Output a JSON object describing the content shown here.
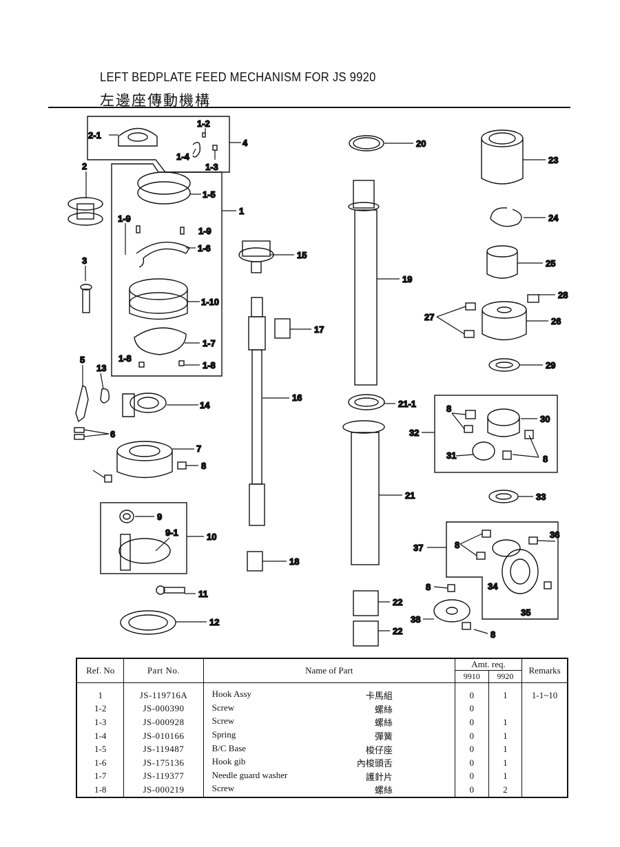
{
  "title": {
    "english": "LEFT BEDPLATE FEED MECHANISM FOR  JS  9920",
    "chinese": "左邊座傳動機構"
  },
  "callouts": [
    "2-1",
    "1-2",
    "1-4",
    "1-3",
    "4",
    "2",
    "1-5",
    "1",
    "1-9",
    "1-9",
    "1-6",
    "3",
    "1-10",
    "1-7",
    "1-8",
    "1-8",
    "5",
    "13",
    "14",
    "6",
    "7",
    "8",
    "9",
    "9-1",
    "10",
    "11",
    "12",
    "15",
    "16",
    "17",
    "18",
    "19",
    "20",
    "21-1",
    "21",
    "22",
    "22",
    "23",
    "24",
    "25",
    "26",
    "27",
    "28",
    "29",
    "30",
    "31",
    "32",
    "8",
    "8",
    "33",
    "8",
    "36",
    "37",
    "34",
    "35",
    "8",
    "38",
    "8"
  ],
  "table": {
    "headers": {
      "ref": "Ref. No",
      "part": "Part No.",
      "name": "Name of Part",
      "amt": "Amt. req.",
      "model_a": "9910",
      "model_b": "9920",
      "remarks": "Remarks"
    },
    "rows": [
      {
        "ref": "1",
        "part": "JS-119716A",
        "name": "Hook Assy",
        "name_zh": "卡馬組",
        "a": "0",
        "b": "1",
        "remarks": "1-1~10"
      },
      {
        "ref": "1-2",
        "part": "JS-000390",
        "name": "Screw",
        "name_zh": "螺絲",
        "a": "0",
        "b": "",
        "remarks": ""
      },
      {
        "ref": "1-3",
        "part": "JS-000928",
        "name": "Screw",
        "name_zh": "螺絲",
        "a": "0",
        "b": "1",
        "remarks": ""
      },
      {
        "ref": "1-4",
        "part": "JS-010166",
        "name": "Spring",
        "name_zh": "彈簧",
        "a": "0",
        "b": "1",
        "remarks": ""
      },
      {
        "ref": "1-5",
        "part": "JS-119487",
        "name": "B/C Base",
        "name_zh": "梭仔座",
        "a": "0",
        "b": "1",
        "remarks": ""
      },
      {
        "ref": "1-6",
        "part": "JS-175136",
        "name": "Hook gib",
        "name_zh": "內梭頭舌",
        "a": "0",
        "b": "1",
        "remarks": ""
      },
      {
        "ref": "1-7",
        "part": "JS-119377",
        "name": "Needle guard washer",
        "name_zh": "護針片",
        "a": "0",
        "b": "1",
        "remarks": ""
      },
      {
        "ref": "1-8",
        "part": "JS-000219",
        "name": "Screw",
        "name_zh": "螺絲",
        "a": "0",
        "b": "2",
        "remarks": ""
      }
    ]
  }
}
